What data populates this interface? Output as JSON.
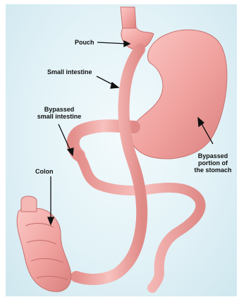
{
  "labels": {
    "pouch": "Pouch",
    "small_intestine": "Small intestine",
    "bypassed_small_intestine_line1": "Bypassed",
    "bypassed_small_intestine_line2": "small intestine",
    "colon": "Colon",
    "bypassed_stomach_line1": "Bypassed",
    "bypassed_stomach_line2": "portion of",
    "bypassed_stomach_line3": "the stomach"
  },
  "colors": {
    "background": "#dff0f6",
    "tissue": "#f2a9a6",
    "tissue_dark": "#d97f7d",
    "label_text": "#111111"
  }
}
